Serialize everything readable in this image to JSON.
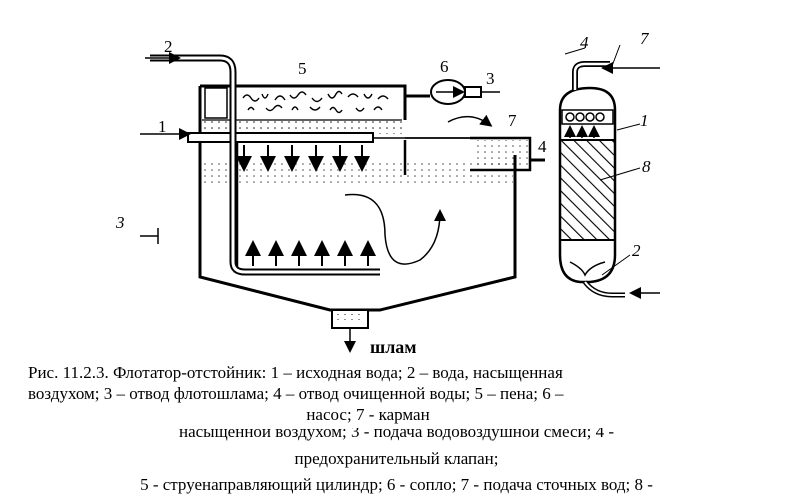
{
  "figure": {
    "left_labels": {
      "n1": "1",
      "n2": "2",
      "n3": "3",
      "n5": "5",
      "n6": "6",
      "n3b": "3",
      "n7": "7",
      "n4": "4",
      "sludge": "шлам"
    },
    "right_labels": {
      "n4": "4",
      "n7": "7",
      "n1": "1",
      "n8": "8",
      "n2": "2"
    }
  },
  "caption": {
    "line1": "Рис. 11.2.3. Флотатор-отстойник: 1 – исходная вода; 2 – вода, насыщенная",
    "line2": "воздухом; 3 – отвод флотошлама; 4 – отвод очищенной воды; 5 – пена; 6 –",
    "line3": "насос; 7 - карман"
  },
  "overlap_text": {
    "line1": "насыщенной воздухом; 3 - подача водовоздушной смеси; 4 -",
    "line2": "предохранительный клапан;",
    "line3": "5 - струенаправляющий цилиндр; 6 - сопло; 7 - подача сточных вод; 8 -"
  }
}
